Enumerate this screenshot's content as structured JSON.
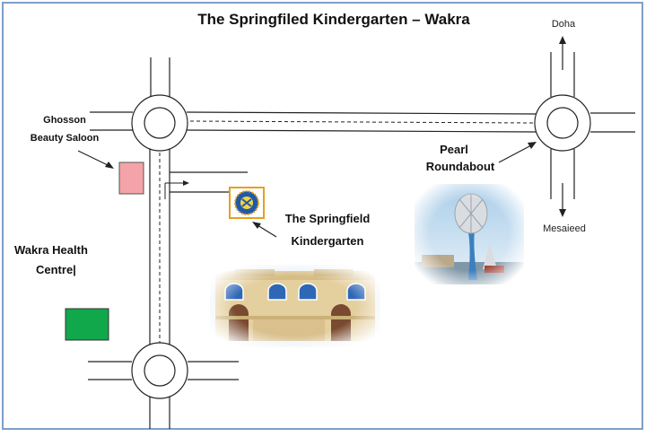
{
  "title": "The Springfiled Kindergarten – Wakra",
  "labels": {
    "doha": "Doha",
    "mesaieed": "Mesaieed",
    "pearl_line1": "Pearl",
    "pearl_line2": "Roundabout",
    "ghosson_line1": "Ghosson",
    "ghosson_line2": "Beauty Saloon",
    "kg_line1": "The Springfield",
    "kg_line2": "Kindergarten",
    "health_line1": "Wakra Health",
    "health_line2": "Centre|"
  },
  "colors": {
    "frame_border": "#7f9fc8",
    "road": "#222222",
    "ghosson_marker": "#f4a4a8",
    "health_marker": "#10a84a",
    "logo_border": "#e6a020",
    "logo_fill": "#1f5aa8"
  },
  "icons": {
    "kindergarten_logo": "school-emblem-icon",
    "kindergarten_photo": "building-photo",
    "pearl_photo": "pearl-monument-photo"
  }
}
